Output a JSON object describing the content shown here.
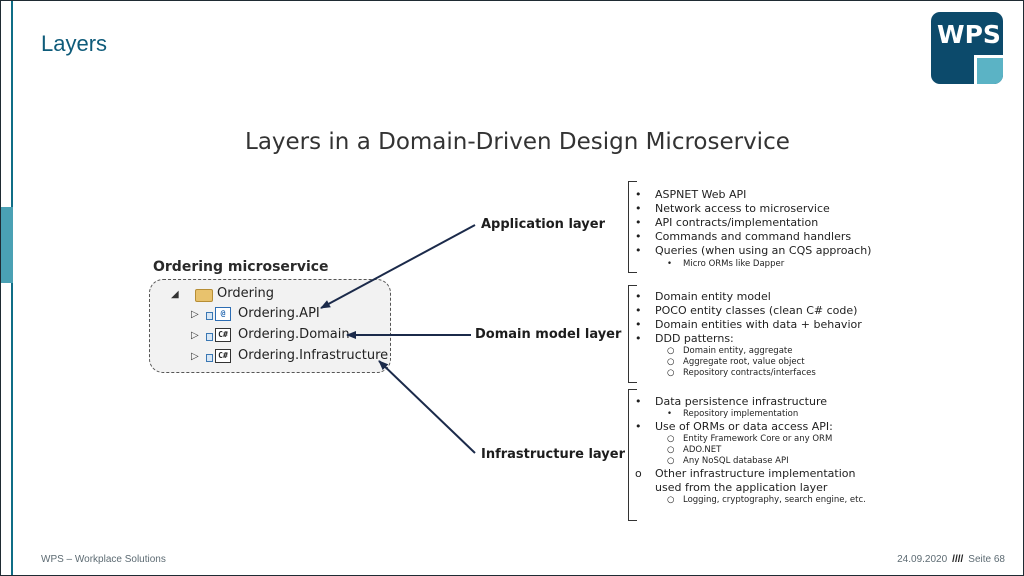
{
  "slide": {
    "title": "Layers"
  },
  "logo": {
    "text": "WPS"
  },
  "diagram": {
    "title": "Layers in a Domain-Driven Design Microservice",
    "microservice": {
      "title": "Ordering microservice",
      "root": "Ordering",
      "projects": [
        "Ordering.API",
        "Ordering.Domain",
        "Ordering.Infrastructure"
      ]
    },
    "layers": [
      {
        "label": "Application layer",
        "bullets": [
          {
            "text": "ASPNET Web API",
            "level": 1
          },
          {
            "text": "Network access to microservice",
            "level": 1
          },
          {
            "text": "API contracts/implementation",
            "level": 1
          },
          {
            "text": "Commands and command handlers",
            "level": 1
          },
          {
            "text": "Queries (when using an CQS approach)",
            "level": 1
          },
          {
            "text": "Micro ORMs like Dapper",
            "level": 2
          }
        ]
      },
      {
        "label": "Domain model layer",
        "bullets": [
          {
            "text": "Domain entity model",
            "level": 1
          },
          {
            "text": "POCO entity classes (clean C# code)",
            "level": 1
          },
          {
            "text": "Domain entities with data + behavior",
            "level": 1
          },
          {
            "text": "DDD patterns:",
            "level": 1
          },
          {
            "text": "Domain entity, aggregate",
            "level": 2
          },
          {
            "text": "Aggregate root, value object",
            "level": 2
          },
          {
            "text": "Repository contracts/interfaces",
            "level": 2
          }
        ]
      },
      {
        "label": "Infrastructure layer",
        "bullets": [
          {
            "text": "Data persistence infrastructure",
            "level": 1
          },
          {
            "text": "Repository implementation",
            "level": 2
          },
          {
            "text": "Use of ORMs or data access API:",
            "level": 1
          },
          {
            "text": "Entity Framework Core or any ORM",
            "level": 2
          },
          {
            "text": "ADO.NET",
            "level": 2
          },
          {
            "text": "Any NoSQL database API",
            "level": 2
          },
          {
            "text": "Other infrastructure implementation",
            "level": 1
          },
          {
            "text": "used from the application layer",
            "level": 1
          },
          {
            "text": "Logging, cryptography, search engine, etc.",
            "level": 2
          }
        ]
      }
    ]
  },
  "footer": {
    "company": "WPS – Workplace Solutions",
    "date": "24.09.2020",
    "separator": "////",
    "page": "Seite 68"
  }
}
